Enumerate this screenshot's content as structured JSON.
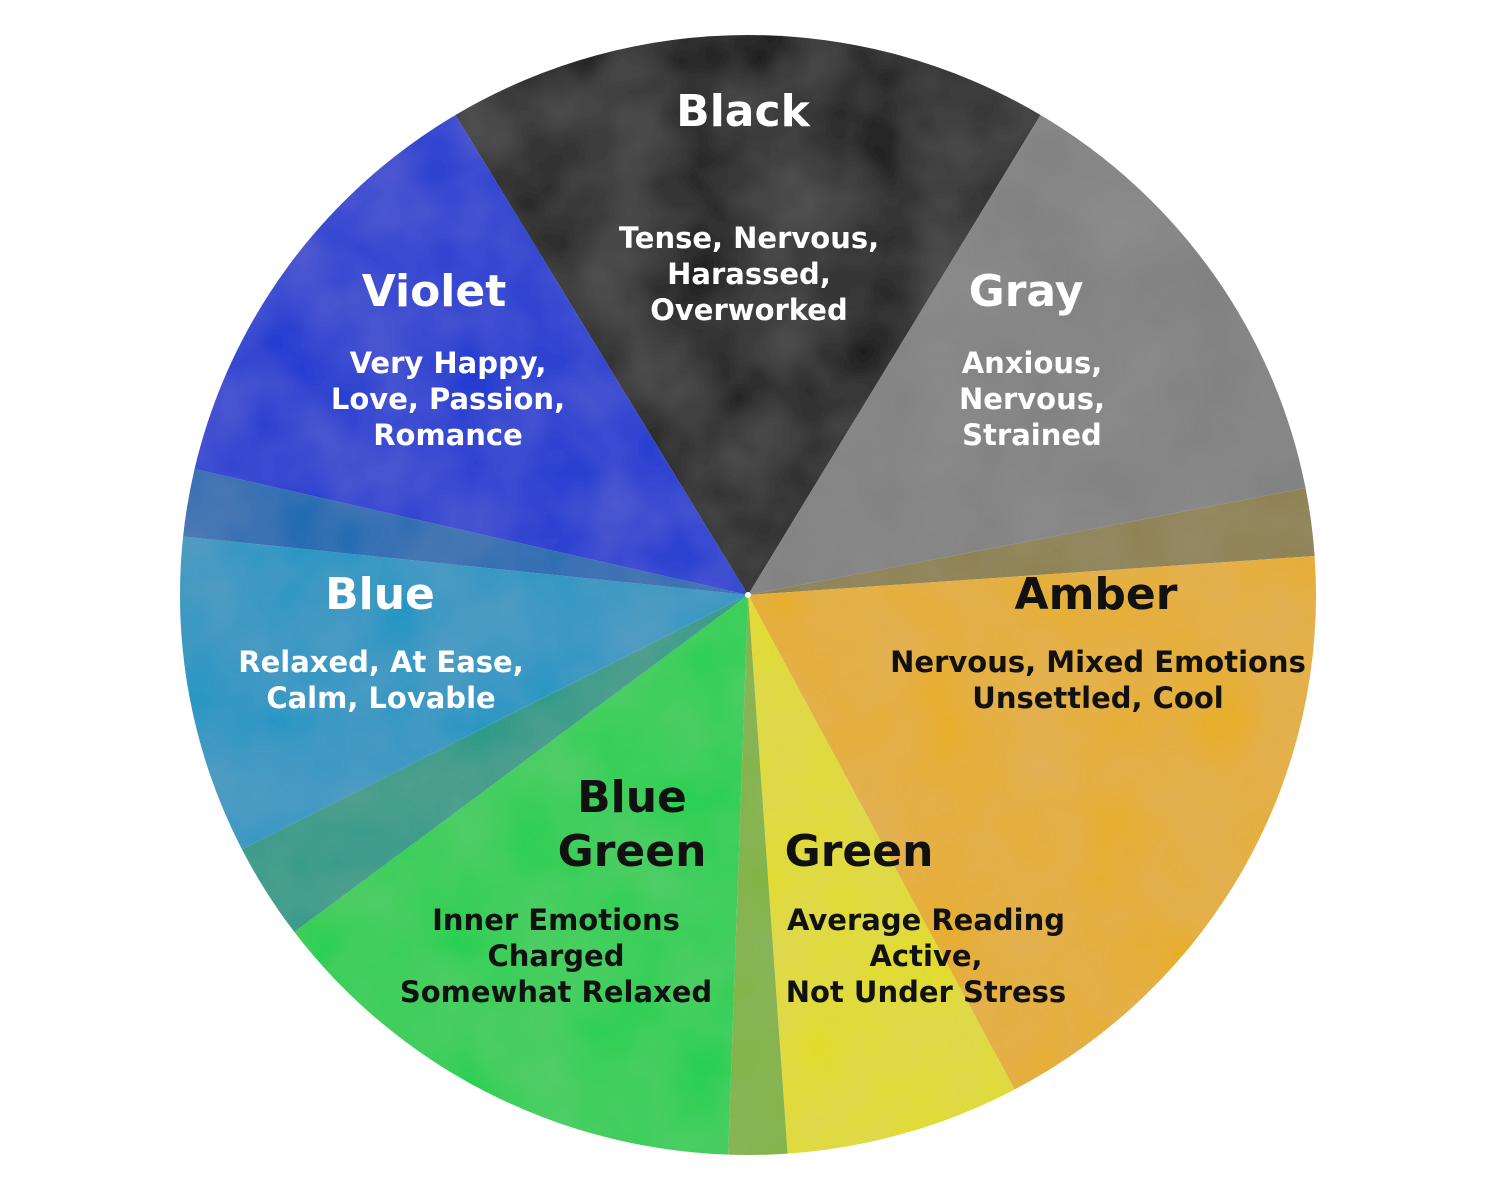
{
  "wheel": {
    "segments": [
      {
        "id": "black",
        "title": [
          "Black"
        ],
        "description": [
          "Tense, Nervous,",
          "Harassed,",
          "Overworked"
        ],
        "color": "#000000",
        "text_color": "#ffffff"
      },
      {
        "id": "gray",
        "title": [
          "Gray"
        ],
        "description": [
          "Anxious,",
          "Nervous,",
          "Strained"
        ],
        "color": "#808080",
        "text_color": "#ffffff"
      },
      {
        "id": "gray-amber-transition",
        "title": [],
        "description": [],
        "color": "#8c7f48",
        "text_color": "#ffffff"
      },
      {
        "id": "amber",
        "title": [
          "Amber"
        ],
        "description": [
          "Nervous, Mixed Emotions",
          "Unsettled, Cool"
        ],
        "color": "#e8ae22",
        "text_color": "#111111"
      },
      {
        "id": "yellow-transition",
        "title": [],
        "description": [],
        "color": "#e3dd14",
        "text_color": "#111111"
      },
      {
        "id": "green",
        "title": [
          "Green"
        ],
        "description": [
          "Average Reading",
          "Active,",
          "Not Under Stress"
        ],
        "color": "#80b43b",
        "text_color": "#111111"
      },
      {
        "id": "bright-green-transition",
        "title": [],
        "description": [],
        "color": "#1fd04e",
        "text_color": "#111111"
      },
      {
        "id": "blue-green",
        "title": [
          "Blue",
          "Green"
        ],
        "description": [
          "Inner Emotions",
          "Charged",
          "Somewhat Relaxed"
        ],
        "color": "#1b9a86",
        "text_color": "#111111"
      },
      {
        "id": "cyan-transition",
        "title": [],
        "description": [],
        "color": "#1895c4",
        "text_color": "#ffffff"
      },
      {
        "id": "blue",
        "title": [
          "Blue"
        ],
        "description": [
          "Relaxed, At Ease,",
          "Calm, Lovable"
        ],
        "color": "#1369b3",
        "text_color": "#ffffff"
      },
      {
        "id": "bright-blue-transition",
        "title": [],
        "description": [],
        "color": "#0733d3",
        "text_color": "#ffffff"
      },
      {
        "id": "violet",
        "title": [
          "Violet"
        ],
        "description": [
          "Very Happy,",
          "Love, Passion,",
          "Romance"
        ],
        "color": "#2e3191",
        "text_color": "#ffffff"
      }
    ]
  }
}
